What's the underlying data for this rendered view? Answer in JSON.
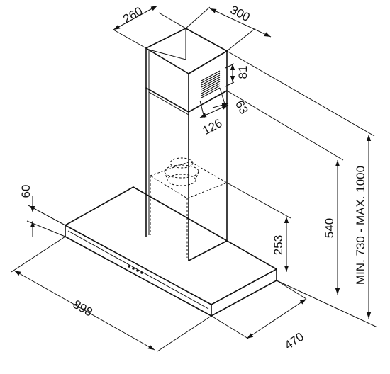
{
  "dimensions": {
    "chimney_depth": "260",
    "chimney_width": "300",
    "vent_height": "81",
    "vent_width": "126",
    "vent_offset": "63",
    "canopy_thickness": "60",
    "chimney_base_height": "253",
    "total_height_fixed": "540",
    "total_height_range": "MIN. 730 - MAX. 1000",
    "canopy_width": "898",
    "canopy_depth": "470"
  },
  "colors": {
    "line": "#111111",
    "background": "#ffffff"
  }
}
